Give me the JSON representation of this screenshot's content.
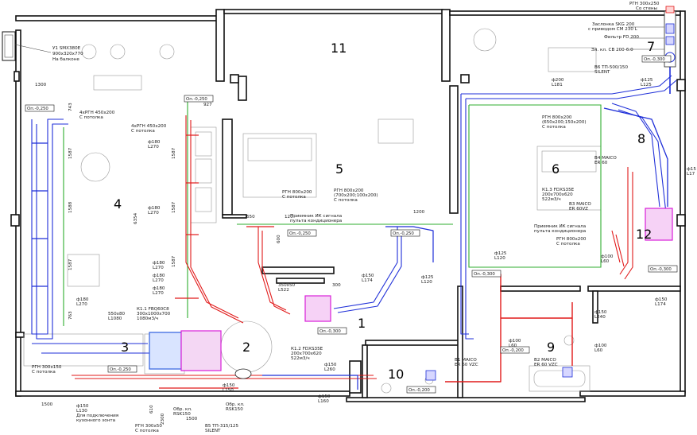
{
  "colors": {
    "supply": "#e11a1a",
    "exhaust": "#1f2fd8",
    "zone": "#2fae2f",
    "unit": "#d81fd8",
    "unit_blue": "#2f5fe0",
    "wall": "#111111"
  },
  "rooms": [
    "1",
    "2",
    "3",
    "4",
    "5",
    "6",
    "7",
    "8",
    "9",
    "10",
    "11",
    "12"
  ],
  "top_right": {
    "rgn": "РГН 300х250",
    "wall": "Со стены",
    "valve": "Заслонка  SKG 200",
    "drive": "с приводом  CM 230 L",
    "filter": "Фильтр FD 200",
    "check_valve": "Эл. кл. CB 200-6.0",
    "silent": "В6 ТП-500/150",
    "silent2": "SILENT"
  },
  "left_top": {
    "unit": "У1 SMX380E",
    "size": "900х320х770",
    "balcony": "На балконе"
  },
  "labels": {
    "grill_4a": "4хРГН 450х200",
    "grill_4a_sub": "С потолка",
    "grill_4b": "4хРГН 450х200",
    "grill_4b_sub": "С потолка",
    "rgn800_5": "РГН 800х200",
    "rgn800_5_sub": "С потолка",
    "ir_5": "Приемник ИК сигнала",
    "ir_5_sub": "пульта кондиционера",
    "rgn_5b": "РГН 800х200",
    "rgn_5b_sz": "(700х200;100х200)",
    "rgn_5b_sub": "С потолка",
    "rgn_6": "РГН 800х200",
    "rgn_6_sz": "(650х200;150х200)",
    "rgn_6_sub": "С потолка",
    "fdxs_6": "К1.3  FDXS35E",
    "fdxs_6_sz": "200х700х620",
    "fdxs_6_flow": "522м3/ч",
    "b4": "В4  MAICO",
    "b4_sub": "ER 60",
    "b3": "В3  MAICO",
    "b3_sub": "ER 60VZ",
    "ir_6": "Приемник ИК сигнала",
    "ir_6_sub": "пульта кондиционера",
    "rgn_6b": "РГН 800х200",
    "rgn_6b_sub": "С потолка",
    "k11": "К1.1  FBQ60C8",
    "k11_sz": "300х1000х700",
    "k11_flow": "1080м3/ч",
    "k12": "К1.2  FDXS35E",
    "k12_sz": "200х700х620",
    "k12_flow": "522м3/ч",
    "rgn_3": "РГН 300х150",
    "rgn_3_sub": "С потолка",
    "kitchen": "Для подключения",
    "kitchen_sub": "кухонного зонта",
    "rgn_bottom": "РГН 300х50",
    "rgn_bottom_sub": "С потолка",
    "obr1": "Обр. кл.",
    "obr1_sub": "RSK150",
    "obr2": "Обр. кл.",
    "obr2_sub": "RSK150",
    "b5": "В5 ТП-315/125",
    "b5_sub": "SILENT",
    "b1": "В1  MAICO",
    "b1_sub": "ER 60 VZC",
    "b2": "В2  MAICO",
    "b2_sub": "ER 60 VZC",
    "d350": "350х50",
    "d350_l": "L522",
    "d550": "550х80",
    "d550_l": "L1080"
  },
  "levels": {
    "lv_4": "Оп.-0,250",
    "lv_4b": "Оп.-0,250",
    "lv_5": "Оп.-0,250",
    "lv_5b": "Оп.-0,250",
    "lv_2": "Оп.-0,300",
    "lv_3": "Оп.-0,250",
    "lv_6": "Оп.-0,300",
    "lv_6b": "Оп.-0,300",
    "lv_7": "Оп.-0,300",
    "lv_9": "Оп.-0,200",
    "lv_10": "Оп.-0,200"
  },
  "flows": {
    "f180_270a": "ф180",
    "f180_270a_l": "L270",
    "f180_270b": "ф180",
    "f180_270b_l": "L270",
    "f180_270c": "ф180",
    "f180_270c_l": "L270",
    "f180_270d": "ф180",
    "f180_270d_l": "L270",
    "f180_270e": "ф180",
    "f180_270e_l": "L270",
    "f180_270f": "ф180",
    "f180_270f_l": "L270",
    "f150_174a": "ф150",
    "f150_174a_l": "L174",
    "f125_120": "ф125",
    "f125_120_l": "L120",
    "f125_120b": "ф125",
    "f125_120b_l": "L120",
    "f200_181": "ф200",
    "f200_181_l": "L181",
    "f125_125": "ф125",
    "f125_125_l": "L125",
    "f150_260": "ф150",
    "f150_260_l": "L260",
    "f150_160": "ф150",
    "f150_160_l": "L160",
    "f150_130": "ф150",
    "f150_130_l": "L130",
    "f150_150": "ф150",
    "f150_150_l": "L150",
    "f150_240": "ф150",
    "f150_240_l": "L240",
    "f100_60a": "ф100",
    "f100_60a_l": "L60",
    "f100_60b": "ф100",
    "f100_60b_l": "L60",
    "f100_60c": "ф100",
    "f100_60c_l": "L60",
    "f150_174b": "ф150",
    "f150_174b_l": "L174",
    "f150_17": "ф15",
    "f150_17_l": "L17"
  },
  "dims": {
    "d1300": "1300",
    "d743": "743",
    "d1587a": "1587",
    "d1588": "1588",
    "d1587b": "1587",
    "d763": "763",
    "d927": "927",
    "d1587c": "1587",
    "d1587d": "1587",
    "d1587e": "1587",
    "d6354": "6354",
    "d1200": "1200",
    "d650": "650",
    "d120": "120",
    "d600": "600",
    "d300": "300",
    "d1500a": "1500",
    "d1500b": "1500",
    "d610": "610",
    "d2300": "2300"
  }
}
